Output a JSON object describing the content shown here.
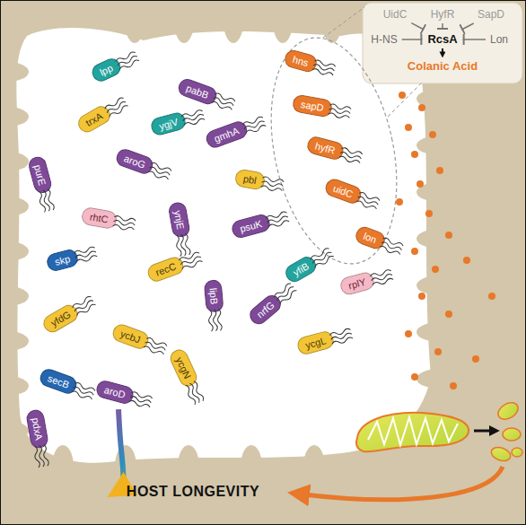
{
  "diagram": {
    "nodes": [
      {
        "text": [
          "lpp"
        ]
      },
      {
        "text": [
          "hns"
        ]
      },
      {
        "text": [
          "pabB"
        ]
      },
      {
        "text": [
          "trxA"
        ]
      },
      {
        "text": [
          "ygjV"
        ]
      },
      {
        "text": [
          "sapD"
        ]
      },
      {
        "text": [
          "gmhA"
        ]
      },
      {
        "text": [
          "purE"
        ]
      },
      {
        "text": [
          "aroG"
        ]
      },
      {
        "text": [
          "hyfR"
        ]
      },
      {
        "text": [
          "pbl"
        ]
      },
      {
        "text": [
          "uidC"
        ]
      },
      {
        "text": [
          "rhtC"
        ]
      },
      {
        "text": [
          "ynjE"
        ]
      },
      {
        "text": [
          "psuK"
        ]
      },
      {
        "text": [
          "lon"
        ]
      },
      {
        "text": [
          "skp"
        ]
      },
      {
        "text": [
          "recC"
        ]
      },
      {
        "text": [
          "yfiB"
        ]
      },
      {
        "text": [
          "rplY"
        ]
      },
      {
        "text": [
          "lipB"
        ]
      },
      {
        "text": [
          "nrfG"
        ]
      },
      {
        "text": [
          "yfdG"
        ]
      },
      {
        "text": [
          "ycgL"
        ]
      },
      {
        "text": [
          "ycbJ"
        ]
      },
      {
        "text": [
          "ycgN"
        ]
      },
      {
        "text": [
          "secB"
        ]
      },
      {
        "text": [
          "aroD"
        ]
      },
      {
        "text": [
          "pdxA"
        ]
      },
      {
        "text": [
          "UidC"
        ]
      },
      {
        "text": [
          "HyfR"
        ]
      },
      {
        "text": [
          "SapD"
        ]
      },
      {
        "text": [
          "H-NS"
        ]
      },
      {
        "text": [
          "RcsA"
        ]
      },
      {
        "text": [
          "Lon"
        ]
      },
      {
        "text": [
          "Colanic Acid"
        ]
      },
      {
        "text": [
          "HOST LONGEVITY"
        ]
      }
    ],
    "edges": [
      {
        "from": 29,
        "to": 33,
        "arrow": "to"
      },
      {
        "from": 30,
        "to": 33,
        "arrow": "to"
      },
      {
        "from": 31,
        "to": 33,
        "arrow": "to"
      },
      {
        "from": 32,
        "to": 33,
        "arrow": "to"
      },
      {
        "from": 34,
        "to": 33,
        "arrow": "to"
      },
      {
        "from": 33,
        "to": 35,
        "arrow": "to"
      },
      {
        "from": 27,
        "to": 36,
        "arrow": "to"
      }
    ]
  }
}
